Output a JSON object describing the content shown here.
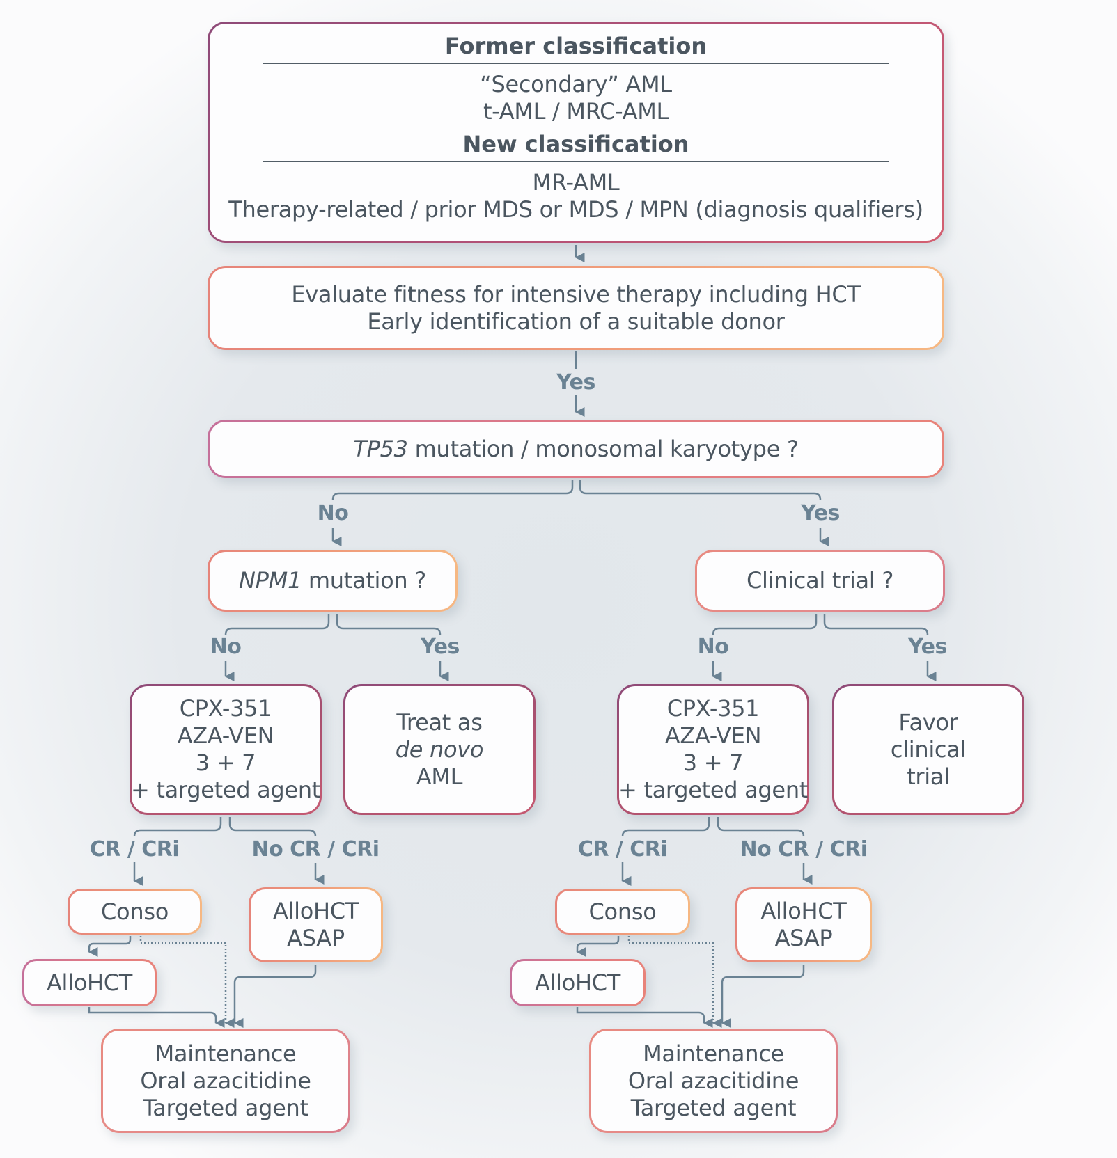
{
  "classification_box": {
    "former_heading": "Former classification",
    "former_lines": [
      "“Secondary” AML",
      "t-AML / MRC-AML"
    ],
    "new_heading": "New classification",
    "new_lines": [
      "MR-AML",
      "Therapy-related / prior MDS or MDS / MPN (diagnosis qualifiers)"
    ]
  },
  "fitness_box": {
    "lines": [
      "Evaluate fitness for intensive therapy including HCT",
      "Early identification of a suitable donor"
    ]
  },
  "fitness_yes_label": "Yes",
  "tp53_box": {
    "gene": "TP53",
    "rest": " mutation / monosomal karyotype ?"
  },
  "tp53_branches": {
    "no": "No",
    "yes": "Yes"
  },
  "npm1_box": {
    "gene": "NPM1",
    "rest": " mutation ?"
  },
  "npm1_branches": {
    "no": "No",
    "yes": "Yes"
  },
  "clinical_trial_box": {
    "text": "Clinical trial ?"
  },
  "clinical_trial_branches": {
    "no": "No",
    "yes": "Yes"
  },
  "treatment_left": {
    "lines": [
      "CPX-351",
      "AZA-VEN",
      "3 + 7",
      "+ targeted agent"
    ]
  },
  "de_novo_box": {
    "line1": "Treat as",
    "line2": "de novo",
    "line3": "AML"
  },
  "treatment_right": {
    "lines": [
      "CPX-351",
      "AZA-VEN",
      "3 + 7",
      "+ targeted agent"
    ]
  },
  "favor_trial_box": {
    "lines": [
      "Favor",
      "clinical",
      "trial"
    ]
  },
  "response_left": {
    "cr": "CR / CRi",
    "no_cr": "No CR / CRi"
  },
  "response_right": {
    "cr": "CR / CRi",
    "no_cr": "No CR / CRi"
  },
  "conso_left": {
    "text": "Conso"
  },
  "allohct_asap_left": {
    "lines": [
      "AlloHCT",
      "ASAP"
    ]
  },
  "allohct_left": {
    "text": "AlloHCT"
  },
  "maintenance_left": {
    "lines": [
      "Maintenance",
      "Oral azacitidine",
      "Targeted agent"
    ]
  },
  "conso_right": {
    "text": "Conso"
  },
  "allohct_asap_right": {
    "lines": [
      "AlloHCT",
      "ASAP"
    ]
  },
  "allohct_right": {
    "text": "AlloHCT"
  },
  "maintenance_right": {
    "lines": [
      "Maintenance",
      "Oral azacitidine",
      "Targeted agent"
    ]
  },
  "colors": {
    "connector": "#6a8293",
    "text": "#4b5660",
    "border_plum": "#9b4a72",
    "border_orange": "#f5b27a",
    "border_salmon": "#e6847a"
  }
}
